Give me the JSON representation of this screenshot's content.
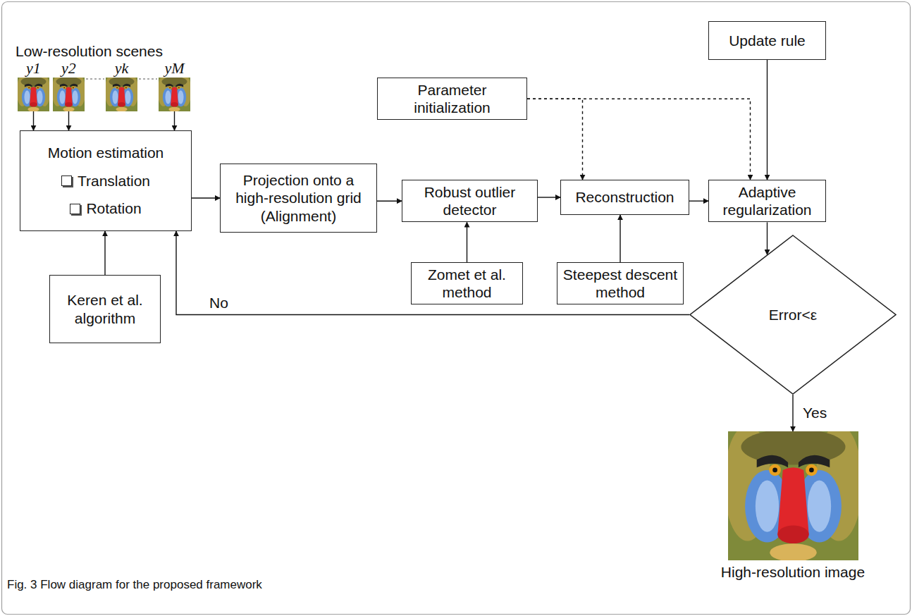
{
  "diagram": {
    "caption": "Fig. 3 Flow diagram for the proposed framework",
    "nodes": [
      {
        "text": [
          "y1"
        ]
      },
      {
        "text": [
          "y2"
        ]
      },
      {
        "text": [
          "yk"
        ]
      },
      {
        "text": [
          "yM"
        ]
      },
      {
        "text": [
          "Update rule"
        ]
      },
      {
        "text": [
          "Parameter initialization"
        ]
      },
      {
        "text": [
          "Motion estimation",
          "Translation",
          "Rotation"
        ]
      },
      {
        "text": [
          "Projection onto a high-resolution grid (Alignment)"
        ]
      },
      {
        "text": [
          "Robust outlier detector"
        ]
      },
      {
        "text": [
          "Reconstruction"
        ]
      },
      {
        "text": [
          "Adaptive regularization"
        ]
      },
      {
        "text": [
          "Keren et al. algorithm"
        ]
      },
      {
        "text": [
          "Zomet et al. method"
        ]
      },
      {
        "text": [
          "Steepest descent method"
        ]
      },
      {
        "text": [
          "Error<ε"
        ]
      },
      {
        "text": [
          "High-resolution image"
        ]
      }
    ],
    "edges": [
      {
        "from": 0,
        "to": 6,
        "arrow": "to"
      },
      {
        "from": 1,
        "to": 6,
        "arrow": "to"
      },
      {
        "from": 3,
        "to": 6,
        "arrow": "to"
      },
      {
        "from": 11,
        "to": 6,
        "arrow": "to"
      },
      {
        "from": 6,
        "to": 7,
        "arrow": "to"
      },
      {
        "from": 7,
        "to": 8,
        "arrow": "to"
      },
      {
        "from": 12,
        "to": 8,
        "arrow": "to"
      },
      {
        "from": 8,
        "to": 9,
        "arrow": "to"
      },
      {
        "from": 13,
        "to": 9,
        "arrow": "to"
      },
      {
        "from": 5,
        "to": 9,
        "arrow": "to"
      },
      {
        "from": 5,
        "to": 10,
        "arrow": "to"
      },
      {
        "from": 9,
        "to": 10,
        "arrow": "to"
      },
      {
        "from": 4,
        "to": 10,
        "arrow": "to"
      },
      {
        "from": 10,
        "to": 14,
        "arrow": "to"
      },
      {
        "from": 14,
        "to": 6,
        "label": "No",
        "arrow": "to"
      },
      {
        "from": 14,
        "to": 15,
        "label": "Yes",
        "arrow": "to"
      }
    ],
    "labels": [
      "Low-resolution scenes"
    ]
  }
}
